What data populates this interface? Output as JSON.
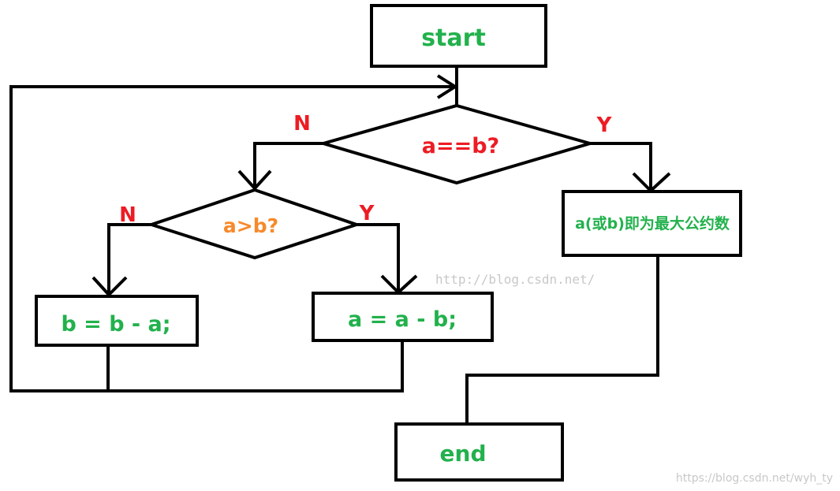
{
  "colors": {
    "green": "#22b14c",
    "red": "#ed1c24",
    "orange": "#f7892b",
    "watermark": "#c8c8c8",
    "line": "#000000"
  },
  "nodes": {
    "start": "start",
    "decision_equal": "a==b?",
    "decision_greater": "a>b?",
    "result_gcd": "a(或b)即为最大公约数",
    "process_b": "b = b - a;",
    "process_a": "a = a - b;",
    "end": "end"
  },
  "branch_labels": {
    "equal_no": "N",
    "equal_yes": "Y",
    "greater_no": "N",
    "greater_yes": "Y"
  },
  "watermarks": {
    "center": "http://blog.csdn.net/",
    "corner": "https://blog.csdn.net/wyh_ty"
  }
}
